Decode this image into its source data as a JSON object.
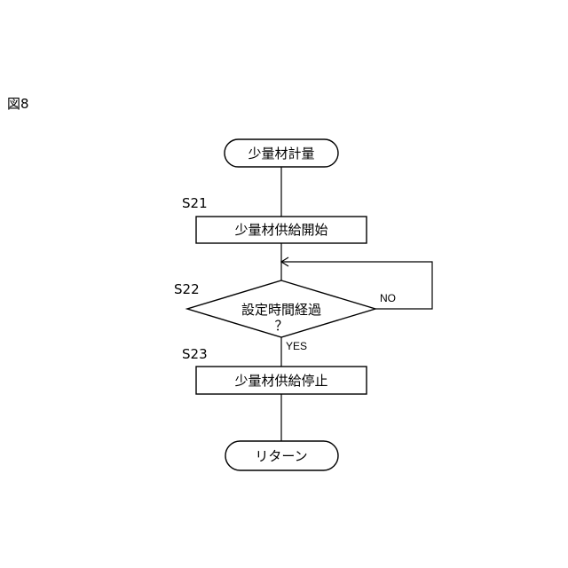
{
  "figure_label": "図8",
  "nodes": {
    "start": "少量材計量",
    "s21": "少量材供給開始",
    "s22_line1": "設定時間経過",
    "s22_line2": "？",
    "s23": "少量材供給停止",
    "end": "リターン"
  },
  "step_labels": {
    "s21": "S21",
    "s22": "S22",
    "s23": "S23"
  },
  "branch_labels": {
    "no": "NO",
    "yes": "YES"
  }
}
